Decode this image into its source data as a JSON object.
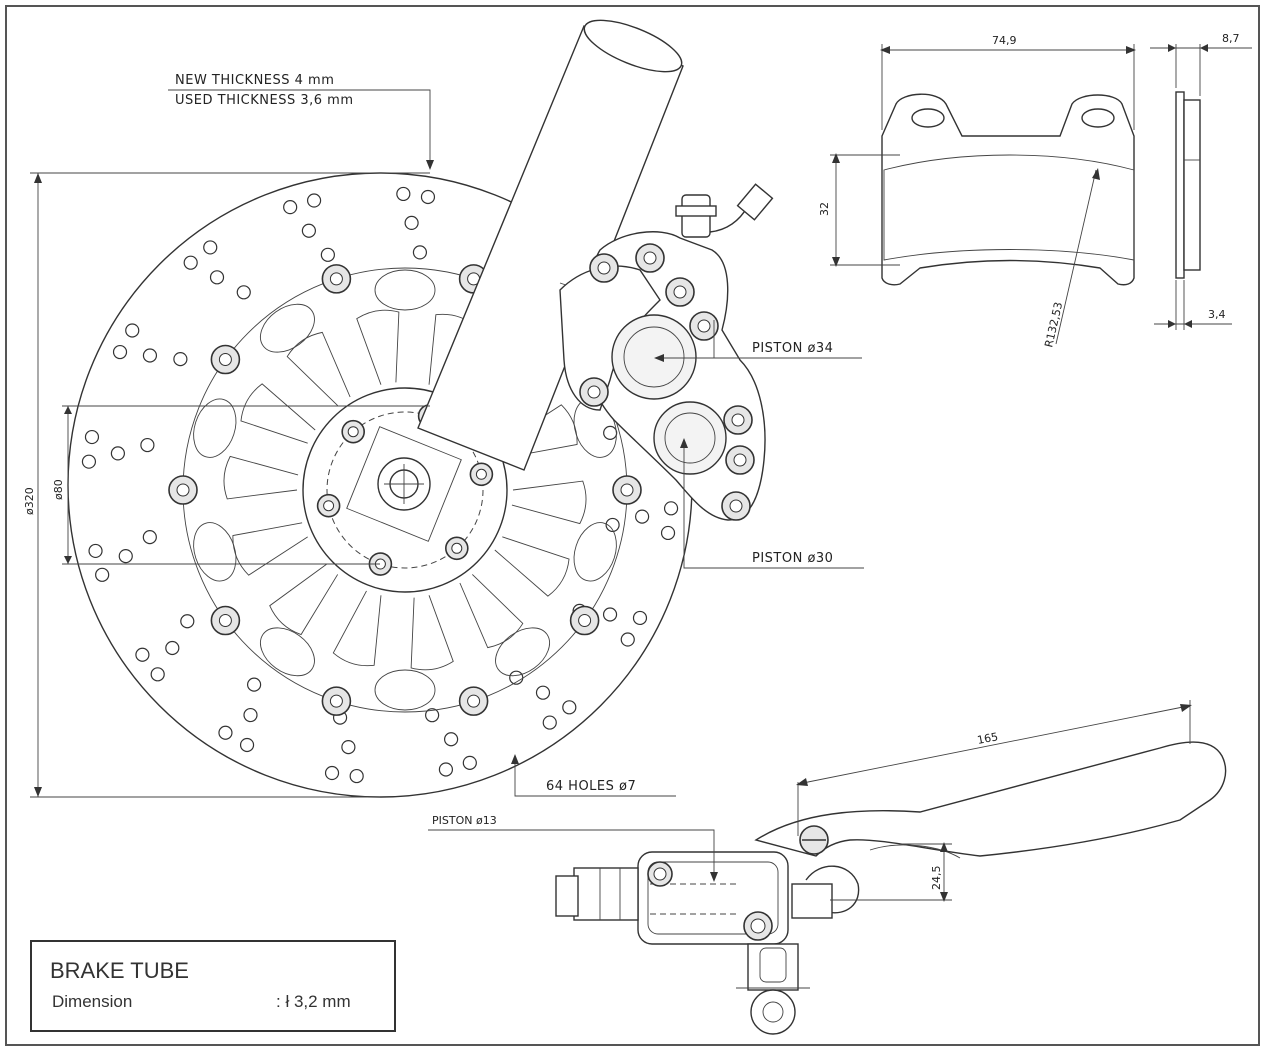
{
  "disc": {
    "thickness_new": "NEW THICKNESS 4 mm",
    "thickness_used": "USED THICKNESS 3,6 mm",
    "diameter": "ø320",
    "bolt_circle": "ø80",
    "holes": "64 HOLES ø7"
  },
  "caliper": {
    "piston_large": "PISTON ø34",
    "piston_small": "PISTON ø30"
  },
  "pad": {
    "width": "74,9",
    "thickness": "8,7",
    "height": "32",
    "radius": "R132,53",
    "backplate": "3,4"
  },
  "master_cylinder": {
    "piston": "PISTON ø13",
    "lever_length": "165",
    "lever_offset": "24,5"
  },
  "info_box": {
    "title": "BRAKE TUBE",
    "label": "Dimension",
    "value": ": ł 3,2 mm"
  }
}
